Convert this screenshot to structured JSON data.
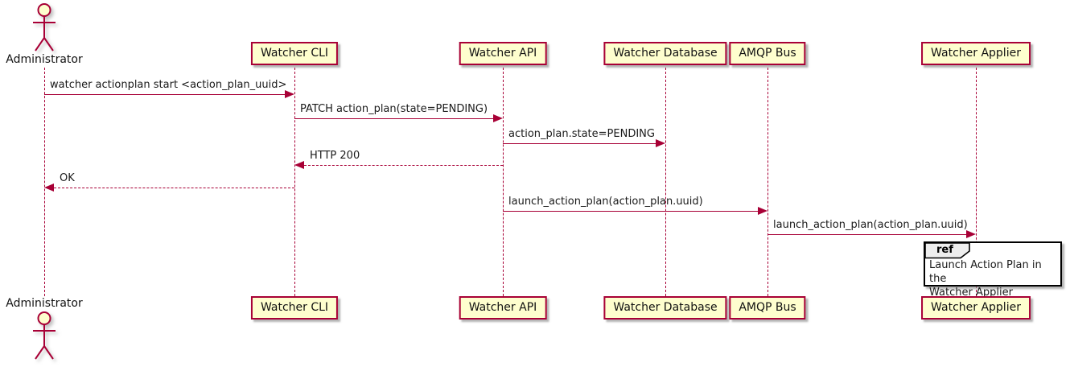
{
  "colors": {
    "participant_fill": "#FEFECE",
    "stroke": "#A80036",
    "text": "#000000",
    "ref_border": "#000000",
    "ref_tab_fill": "#EEEEEE"
  },
  "actor": {
    "label": "Administrator"
  },
  "participants": [
    {
      "label": "Watcher CLI"
    },
    {
      "label": "Watcher API"
    },
    {
      "label": "Watcher Database"
    },
    {
      "label": "AMQP Bus"
    },
    {
      "label": "Watcher Applier"
    }
  ],
  "messages": [
    {
      "from": "Administrator",
      "to": "Watcher CLI",
      "label": "watcher actionplan start <action_plan_uuid>",
      "line": "solid",
      "direction": "right"
    },
    {
      "from": "Watcher CLI",
      "to": "Watcher API",
      "label": "PATCH action_plan(state=PENDING)",
      "line": "solid",
      "direction": "right"
    },
    {
      "from": "Watcher API",
      "to": "Watcher Database",
      "label": "action_plan.state=PENDING",
      "line": "solid",
      "direction": "right"
    },
    {
      "from": "Watcher API",
      "to": "Watcher CLI",
      "label": "HTTP 200",
      "line": "dashed",
      "direction": "left"
    },
    {
      "from": "Watcher CLI",
      "to": "Administrator",
      "label": "OK",
      "line": "dashed",
      "direction": "left"
    },
    {
      "from": "Watcher API",
      "to": "AMQP Bus",
      "label": "launch_action_plan(action_plan.uuid)",
      "line": "solid",
      "direction": "right"
    },
    {
      "from": "AMQP Bus",
      "to": "Watcher Applier",
      "label": "launch_action_plan(action_plan.uuid)",
      "line": "solid",
      "direction": "right"
    }
  ],
  "ref": {
    "keyword": "ref",
    "over": "Watcher Applier",
    "text": "Launch Action Plan in the\nWatcher Applier"
  }
}
